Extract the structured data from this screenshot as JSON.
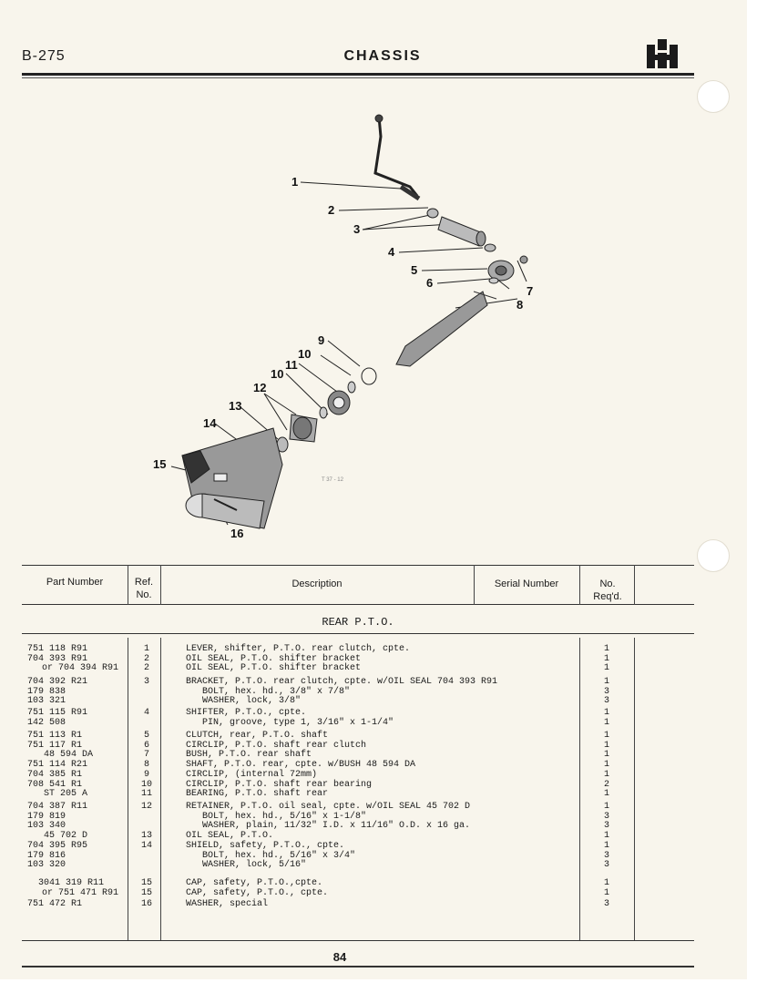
{
  "header": {
    "code": "B-275",
    "title": "CHASSIS"
  },
  "diagram": {
    "callouts": [
      "1",
      "2",
      "3",
      "4",
      "5",
      "6",
      "7",
      "8",
      "9",
      "10",
      "11",
      "10",
      "12",
      "13",
      "14",
      "15",
      "16"
    ],
    "figure_code": "T 37 - 12"
  },
  "table": {
    "headers": {
      "part_number": "Part Number",
      "ref_1": "Ref.",
      "ref_2": "No.",
      "description": "Description",
      "serial_number": "Serial Number",
      "req_1": "No.",
      "req_2": "Req'd."
    },
    "section_title": "REAR P.T.O.",
    "rows": [
      {
        "part": "751 118 R91",
        "ref": "1",
        "desc": "LEVER, shifter, P.T.O. rear clutch, cpte.",
        "qty": "1"
      },
      {
        "part": "704 393 R91",
        "ref": "2",
        "desc": "OIL SEAL, P.T.O. shifter bracket",
        "qty": "1"
      },
      {
        "part": "or 704 394 R91",
        "ref": "2",
        "desc": "OIL SEAL, P.T.O. shifter bracket",
        "qty": "1"
      },
      {
        "part": "704 392 R21",
        "ref": "3",
        "desc": "BRACKET, P.T.O. rear clutch, cpte. w/OIL SEAL 704 393 R91",
        "qty": "1"
      },
      {
        "part": "179 838",
        "ref": "",
        "desc": "   BOLT, hex. hd., 3/8\" x 7/8\"",
        "qty": "3"
      },
      {
        "part": "103 321",
        "ref": "",
        "desc": "   WASHER, lock, 3/8\"",
        "qty": "3"
      },
      {
        "part": "751 115 R91",
        "ref": "4",
        "desc": "SHIFTER, P.T.O., cpte.",
        "qty": "1"
      },
      {
        "part": "142 508",
        "ref": "",
        "desc": "   PIN, groove, type 1, 3/16\" x 1-1/4\"",
        "qty": "1"
      },
      {
        "part": "751 113 R1",
        "ref": "5",
        "desc": "CLUTCH, rear, P.T.O. shaft",
        "qty": "1"
      },
      {
        "part": "751 117 R1",
        "ref": "6",
        "desc": "CIRCLIP, P.T.O. shaft rear clutch",
        "qty": "1"
      },
      {
        "part": "48 594 DA",
        "ref": "7",
        "desc": "BUSH, P.T.O. rear shaft",
        "qty": "1"
      },
      {
        "part": "751 114 R21",
        "ref": "8",
        "desc": "SHAFT, P.T.O. rear, cpte. w/BUSH 48 594 DA",
        "qty": "1"
      },
      {
        "part": "704 385 R1",
        "ref": "9",
        "desc": "CIRCLIP, (internal 72mm)",
        "qty": "1"
      },
      {
        "part": "708 541 R1",
        "ref": "10",
        "desc": "CIRCLIP, P.T.O. shaft rear bearing",
        "qty": "2"
      },
      {
        "part": "ST 205 A",
        "ref": "11",
        "desc": "BEARING, P.T.O. shaft rear",
        "qty": "1"
      },
      {
        "part": "704 387 R11",
        "ref": "12",
        "desc": "RETAINER, P.T.O. oil seal, cpte. w/OIL SEAL 45 702 D",
        "qty": "1"
      },
      {
        "part": "179 819",
        "ref": "",
        "desc": "   BOLT, hex. hd., 5/16\" x 1-1/8\"",
        "qty": "3"
      },
      {
        "part": "103 340",
        "ref": "",
        "desc": "   WASHER, plain, 11/32\" I.D. x 11/16\" O.D. x 16 ga.",
        "qty": "3"
      },
      {
        "part": "45 702 D",
        "ref": "13",
        "desc": "OIL SEAL, P.T.O.",
        "qty": "1"
      },
      {
        "part": "704 395 R95",
        "ref": "14",
        "desc": "SHIELD, safety, P.T.O., cpte.",
        "qty": "1"
      },
      {
        "part": "179 816",
        "ref": "",
        "desc": "   BOLT, hex. hd., 5/16\" x 3/4\"",
        "qty": "3"
      },
      {
        "part": "103 320",
        "ref": "",
        "desc": "   WASHER, lock, 5/16\"",
        "qty": "3"
      },
      {
        "part": "3041 319 R11",
        "ref": "15",
        "desc": "CAP, safety, P.T.O.,cpte.",
        "qty": "1"
      },
      {
        "part": "or 751 471 R91",
        "ref": "15",
        "desc": "CAP, safety, P.T.O., cpte.",
        "qty": "1"
      },
      {
        "part": "751 472 R1",
        "ref": "16",
        "desc": "WASHER, special",
        "qty": "3"
      }
    ]
  },
  "footer": {
    "page_number": "84"
  }
}
